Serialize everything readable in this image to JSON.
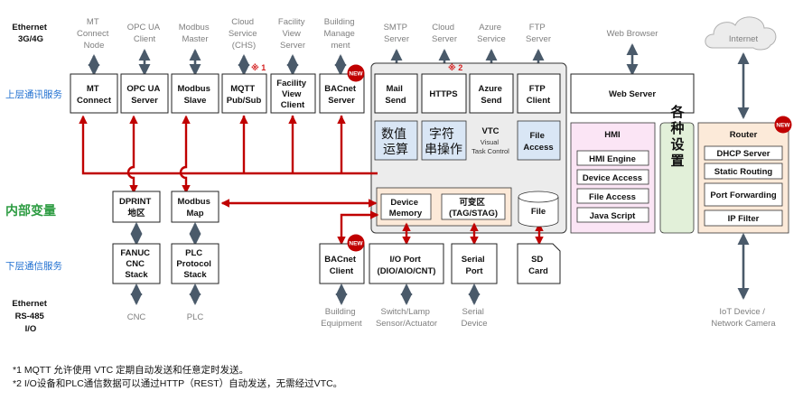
{
  "left_labels": {
    "ethernet_top": [
      "Ethernet",
      "3G/4G"
    ],
    "upper_service": "上层通讯服务",
    "internal_vars": "内部变量",
    "lower_service": "下层通信服务",
    "ethernet_bottom": [
      "Ethernet",
      "RS-485",
      "I/O"
    ]
  },
  "top_labels": {
    "mt_connect_node": [
      "MT",
      "Connect",
      "Node"
    ],
    "opcua_client": [
      "OPC UA",
      "Client"
    ],
    "modbus_master": [
      "Modbus",
      "Master"
    ],
    "cloud_chs": [
      "Cloud",
      "Service",
      "(CHS)"
    ],
    "facility_view_server": [
      "Facility",
      "View",
      "Server"
    ],
    "building_management": [
      "Building",
      "Manage",
      "ment"
    ],
    "smtp_server": [
      "SMTP",
      "Server"
    ],
    "cloud_server": [
      "Cloud",
      "Server"
    ],
    "azure_service": [
      "Azure",
      "Service"
    ],
    "ftp_server": [
      "FTP",
      "Server"
    ],
    "web_browser": "Web Browser",
    "internet": "Internet"
  },
  "upper_boxes": {
    "mt_connect": [
      "MT",
      "Connect"
    ],
    "opcua_server": [
      "OPC UA",
      "Server"
    ],
    "modbus_slave": [
      "Modbus",
      "Slave"
    ],
    "mqtt": [
      "MQTT",
      "Pub/Sub"
    ],
    "facility_view_client": [
      "Facility",
      "View",
      "Client"
    ],
    "bacnet_server": [
      "BACnet",
      "Server"
    ],
    "mail_send": [
      "Mail",
      "Send"
    ],
    "https": "HTTPS",
    "azure_send": [
      "Azure",
      "Send"
    ],
    "ftp_client": [
      "FTP",
      "Client"
    ],
    "web_server": "Web Server"
  },
  "notes_marks": {
    "mark1": "※ 1",
    "mark2": "※ 2"
  },
  "new_badge": "NEW",
  "vtc": {
    "num_calc": [
      "数值",
      "运算"
    ],
    "string_ops": [
      "字符",
      "串操作"
    ],
    "title": "VTC",
    "subtitle": [
      "Visual",
      "Task Control"
    ],
    "file_access": [
      "File",
      "Access"
    ],
    "device_memory": [
      "Device",
      "Memory"
    ],
    "variable_area": [
      "可变区",
      "(TAG/STAG)"
    ],
    "file": "File"
  },
  "hmi": {
    "title": "HMI",
    "items": [
      "HMI Engine",
      "Device Access",
      "File Access",
      "Java Script"
    ]
  },
  "settings": "各种设置",
  "router": {
    "title": "Router",
    "items": [
      "DHCP Server",
      "Static Routing",
      "Port Forwarding",
      "IP Filter"
    ]
  },
  "middle_boxes": {
    "dprint": [
      "DPRINT",
      "地区"
    ],
    "modbus_map": [
      "Modbus",
      "Map"
    ]
  },
  "lower_boxes": {
    "fanuc": [
      "FANUC",
      "CNC",
      "Stack"
    ],
    "plc_stack": [
      "PLC",
      "Protocol",
      "Stack"
    ],
    "bacnet_client": [
      "BACnet",
      "Client"
    ],
    "io_port": [
      "I/O Port",
      "(DIO/AIO/CNT)"
    ],
    "serial_port": [
      "Serial",
      "Port"
    ],
    "sd_card": [
      "SD",
      "Card"
    ]
  },
  "bottom_labels": {
    "cnc": "CNC",
    "plc": "PLC",
    "building_equipment": [
      "Building",
      "Equipment"
    ],
    "switch_lamp": [
      "Switch/Lamp",
      "Sensor/Actuator"
    ],
    "serial_device": [
      "Serial",
      "Device"
    ],
    "iot_device": [
      "IoT Device /",
      "Network Camera"
    ]
  },
  "footnotes": [
    "*1  MQTT 允许使用 VTC 定期自动发送和任意定时发送。",
    "*2  I/O设备和PLC通信数据可以通过HTTP（REST）自动发送，无需经过VTC。"
  ],
  "colors": {
    "red_line": "#c00000",
    "arrow_gray": "#4a5a6a",
    "vtc_bg": "#ececec",
    "vtc_inner": "#d9e6f5",
    "hmi_bg": "#fbe5f5",
    "settings_bg": "#e2f0d9",
    "router_bg": "#fcead9",
    "label_blue": "#1f6fd0",
    "label_green": "#2e9c43"
  }
}
